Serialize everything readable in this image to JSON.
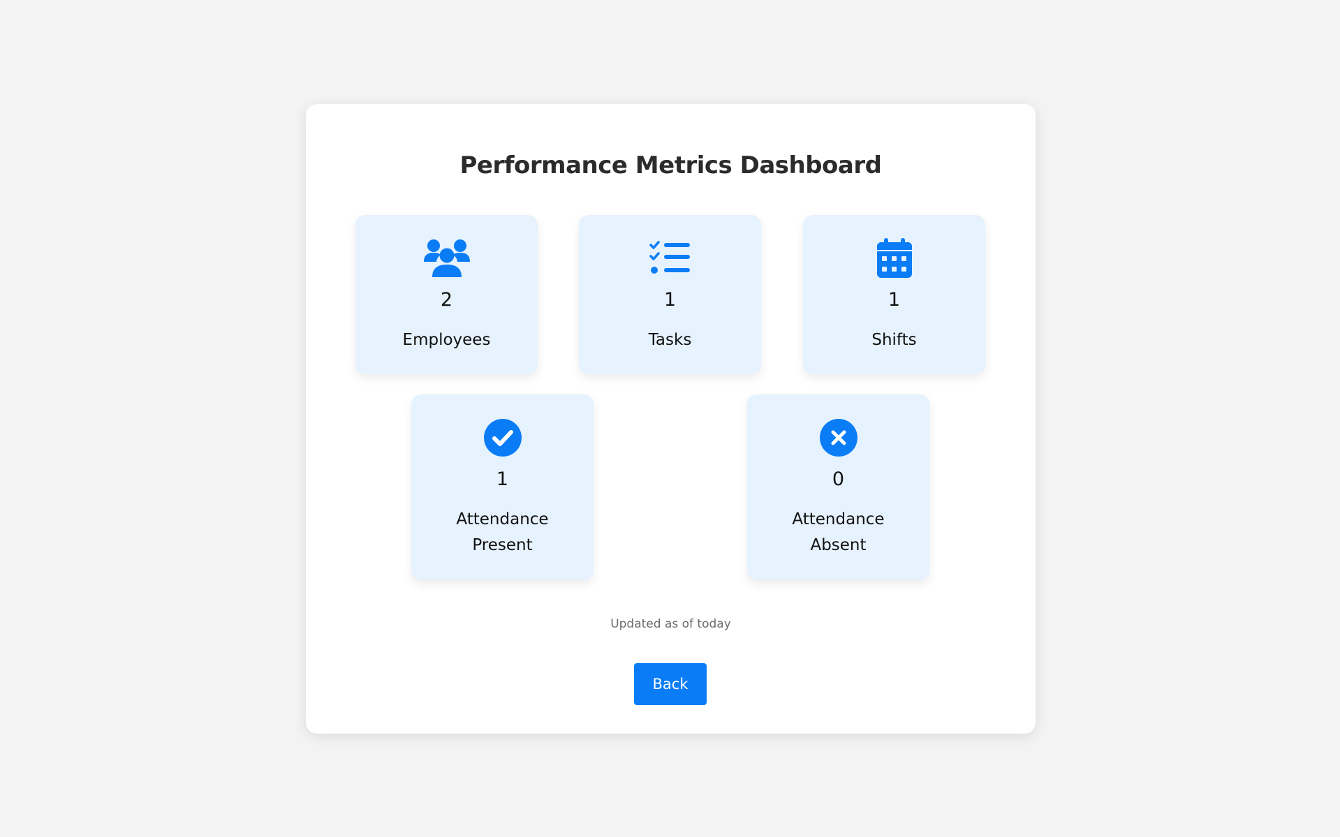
{
  "dashboard": {
    "title": "Performance Metrics Dashboard",
    "metrics": [
      {
        "icon": "users-icon",
        "value": "2",
        "label": "Employees"
      },
      {
        "icon": "task-list-icon",
        "value": "1",
        "label": "Tasks"
      },
      {
        "icon": "calendar-icon",
        "value": "1",
        "label": "Shifts"
      },
      {
        "icon": "check-circle-icon",
        "value": "1",
        "label": "Attendance Present"
      },
      {
        "icon": "x-circle-icon",
        "value": "0",
        "label": "Attendance Absent"
      }
    ],
    "updated_text": "Updated as of today",
    "back_label": "Back"
  },
  "colors": {
    "accent": "#0a7cf5",
    "card_background": "#e6f2fd",
    "page_background": "#f3f3f3"
  }
}
